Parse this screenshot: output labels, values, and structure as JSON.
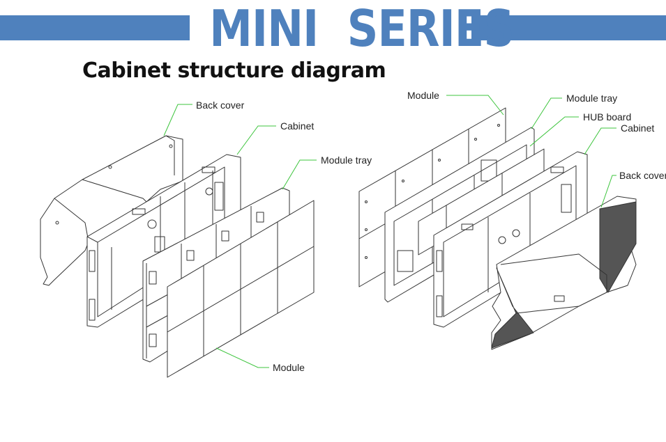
{
  "header": {
    "title": "MINI  SERIES",
    "accent_color": "#4f81bd"
  },
  "subtitle": "Cabinet structure diagram",
  "left_diagram": {
    "labels": {
      "back_cover": "Back cover",
      "cabinet": "Cabinet",
      "module_tray": "Module tray",
      "module": "Module"
    }
  },
  "right_diagram": {
    "labels": {
      "module": "Module",
      "module_tray": "Module tray",
      "hub_board": "HUB board",
      "cabinet": "Cabinet",
      "back_cover": "Back cover"
    }
  },
  "leader_line_color": "#3cc43c"
}
